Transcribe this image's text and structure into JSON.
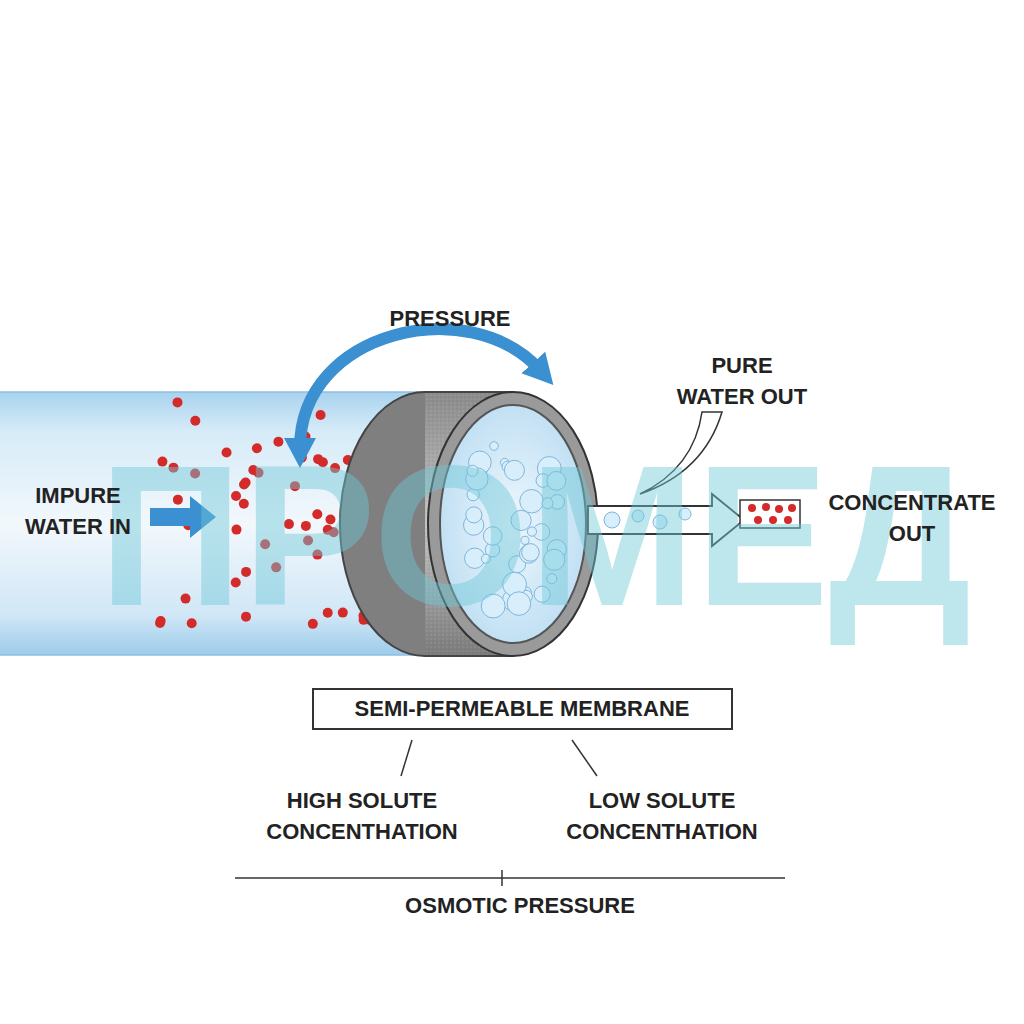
{
  "diagram": {
    "nodes": [
      {
        "text": [
          "SEMI-PERMEABLE MEMBRANE"
        ]
      }
    ],
    "labels": [
      "PRESSURE",
      "PURE WATER OUT",
      "IMPURE WATER IN",
      "CONCENTRATE OUT",
      "HIGH SOLUTE CONCENTHATION",
      "LOW SOLUTE CONCENTHATION",
      "OSMOTIC PRESSURE",
      "ПРОМЕД"
    ]
  }
}
